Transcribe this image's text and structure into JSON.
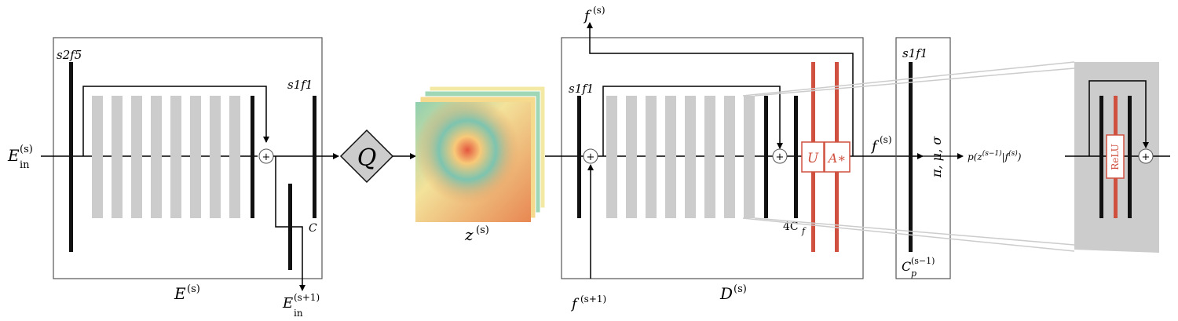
{
  "encoder": {
    "input_label": "E",
    "input_sup": "(s)",
    "input_sub": "in",
    "first_conv_label": "s2f5",
    "second_conv_label": "s1f1",
    "channels_label": "C",
    "block_label": "E",
    "block_sup": "(s)",
    "next_input_label": "E",
    "next_input_sup": "(s+1)",
    "next_input_sub": "in"
  },
  "quantizer": {
    "label": "Q"
  },
  "latent": {
    "label": "z",
    "sup": "(s)"
  },
  "decoder": {
    "top_output_label": "f",
    "top_output_sup": "(s)",
    "conv_label": "s1f1",
    "channels_label": "4C",
    "channels_sub": "f",
    "u_label": "U",
    "a_label": "A∗",
    "output_label": "f",
    "output_sup": "(s)",
    "bottom_input_label": "f",
    "bottom_input_sup": "(s+1)",
    "block_label": "D",
    "block_sup": "(s)"
  },
  "predictor": {
    "conv_label": "s1f1",
    "params_label": "π, μ, σ",
    "channels_label": "C",
    "channels_sub": "p",
    "channels_sup": "(s−1)",
    "output_text": "p(z",
    "output_sup": "(s−1)",
    "output_rest": "|f",
    "output_sup2": "(s)",
    "output_close": ")"
  },
  "resblock_zoom": {
    "relu_label": "ReLU"
  },
  "colors": {
    "gray_block": "#cccccc",
    "accent_red": "#d0503f",
    "frame": "#555555"
  }
}
